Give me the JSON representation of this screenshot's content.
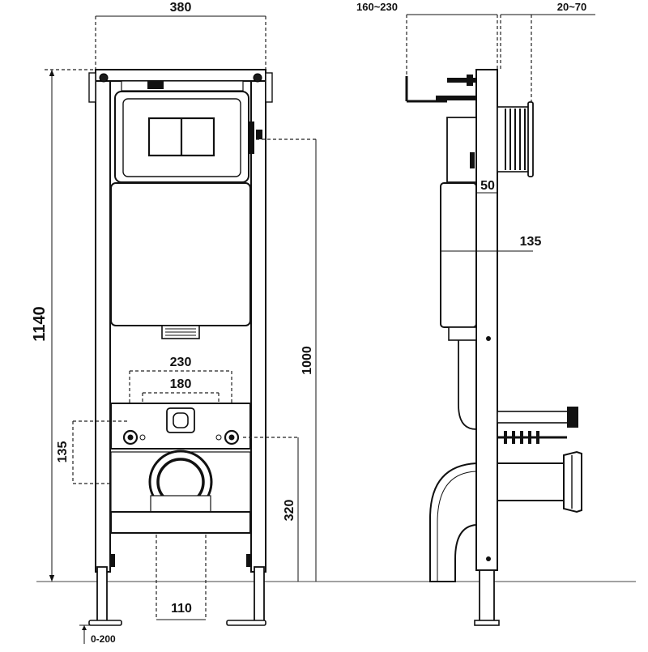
{
  "dimensions": {
    "frame_width": "380",
    "height_total": "1140",
    "height_fixing": "1000",
    "outlet_height": "320",
    "bolt_spacing_outer": "230",
    "bolt_spacing_inner": "180",
    "bolt_offset": "135",
    "leg_spacing": "110",
    "leg_adjust": "0-200",
    "wall_distance": "160~230",
    "pipe_projection": "20~70",
    "frame_depth": "50",
    "tank_depth": "135"
  }
}
